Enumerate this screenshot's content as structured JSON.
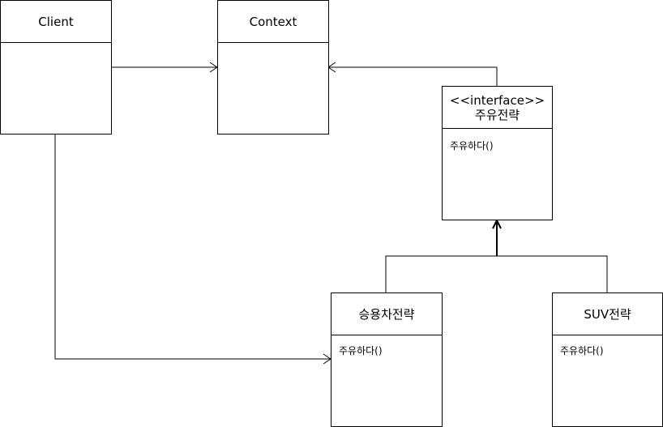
{
  "diagram": {
    "client": {
      "name": "Client"
    },
    "context": {
      "name": "Context"
    },
    "strategy_interface": {
      "stereotype": "<<interface>>",
      "name": "주유전략",
      "operation": "주유하다()"
    },
    "passenger_strategy": {
      "name": "승용차전략",
      "operation": "주유하다()"
    },
    "suv_strategy": {
      "name": "SUV전략",
      "operation": "주유하다()"
    }
  }
}
